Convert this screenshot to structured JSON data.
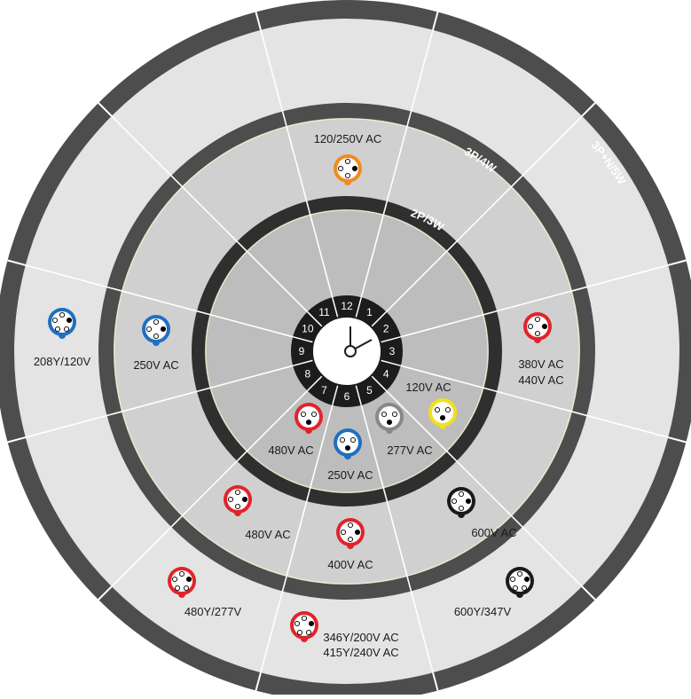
{
  "ring_labels": {
    "outer": "3P+N/5W",
    "middle": "3P/4W",
    "inner": "2P/3W"
  },
  "clock_positions": [
    "12",
    "1",
    "2",
    "3",
    "4",
    "5",
    "6",
    "7",
    "8",
    "9",
    "10",
    "11"
  ],
  "connectors": [
    {
      "id": "c-120-250-ac",
      "ring": "3P/4W",
      "clock": "12",
      "labels": [
        "120/250V AC"
      ],
      "color": "#f28a1e",
      "pins": 4
    },
    {
      "id": "c-208y-120v",
      "ring": "3P+N/5W",
      "clock": "9",
      "labels": [
        "208Y/120V"
      ],
      "color": "#1f6fc0",
      "pins": 5
    },
    {
      "id": "c-250v-ac-3p",
      "ring": "3P/4W",
      "clock": "9",
      "labels": [
        "250V AC"
      ],
      "color": "#1f6fc0",
      "pins": 4
    },
    {
      "id": "c-380-440v-ac",
      "ring": "3P/4W",
      "clock": "3",
      "labels": [
        "380V AC",
        "440V AC"
      ],
      "color": "#e1232b",
      "pins": 4
    },
    {
      "id": "c-120v-ac",
      "ring": "2P/3W",
      "clock": "4",
      "labels": [
        "120V AC"
      ],
      "color": "#f2e01a",
      "pins": 3
    },
    {
      "id": "c-277v-ac",
      "ring": "2P/3W",
      "clock": "5",
      "labels": [
        "277V AC"
      ],
      "color": "#888888",
      "pins": 3
    },
    {
      "id": "c-250v-ac-2p",
      "ring": "2P/3W",
      "clock": "6",
      "labels": [
        "250V AC"
      ],
      "color": "#1f6fc0",
      "pins": 3
    },
    {
      "id": "c-480v-ac-2p",
      "ring": "2P/3W",
      "clock": "7",
      "labels": [
        "480V AC"
      ],
      "color": "#e1232b",
      "pins": 3
    },
    {
      "id": "c-480v-ac-3p",
      "ring": "3P/4W",
      "clock": "7",
      "labels": [
        "480V AC"
      ],
      "color": "#e1232b",
      "pins": 4
    },
    {
      "id": "c-400v-ac",
      "ring": "3P/4W",
      "clock": "6",
      "labels": [
        "400V AC"
      ],
      "color": "#e1232b",
      "pins": 4
    },
    {
      "id": "c-600v-ac",
      "ring": "3P/4W",
      "clock": "5",
      "labels": [
        "600V AC"
      ],
      "color": "#1a1a1a",
      "pins": 4
    },
    {
      "id": "c-480y-277v",
      "ring": "3P+N/5W",
      "clock": "7",
      "labels": [
        "480Y/277V"
      ],
      "color": "#e1232b",
      "pins": 5
    },
    {
      "id": "c-346y-415y",
      "ring": "3P+N/5W",
      "clock": "6",
      "labels": [
        "346Y/200V AC",
        "415Y/240V AC"
      ],
      "color": "#e1232b",
      "pins": 5
    },
    {
      "id": "c-600y-347v",
      "ring": "3P+N/5W",
      "clock": "5",
      "labels": [
        "600Y/347V"
      ],
      "color": "#1a1a1a",
      "pins": 5
    }
  ]
}
